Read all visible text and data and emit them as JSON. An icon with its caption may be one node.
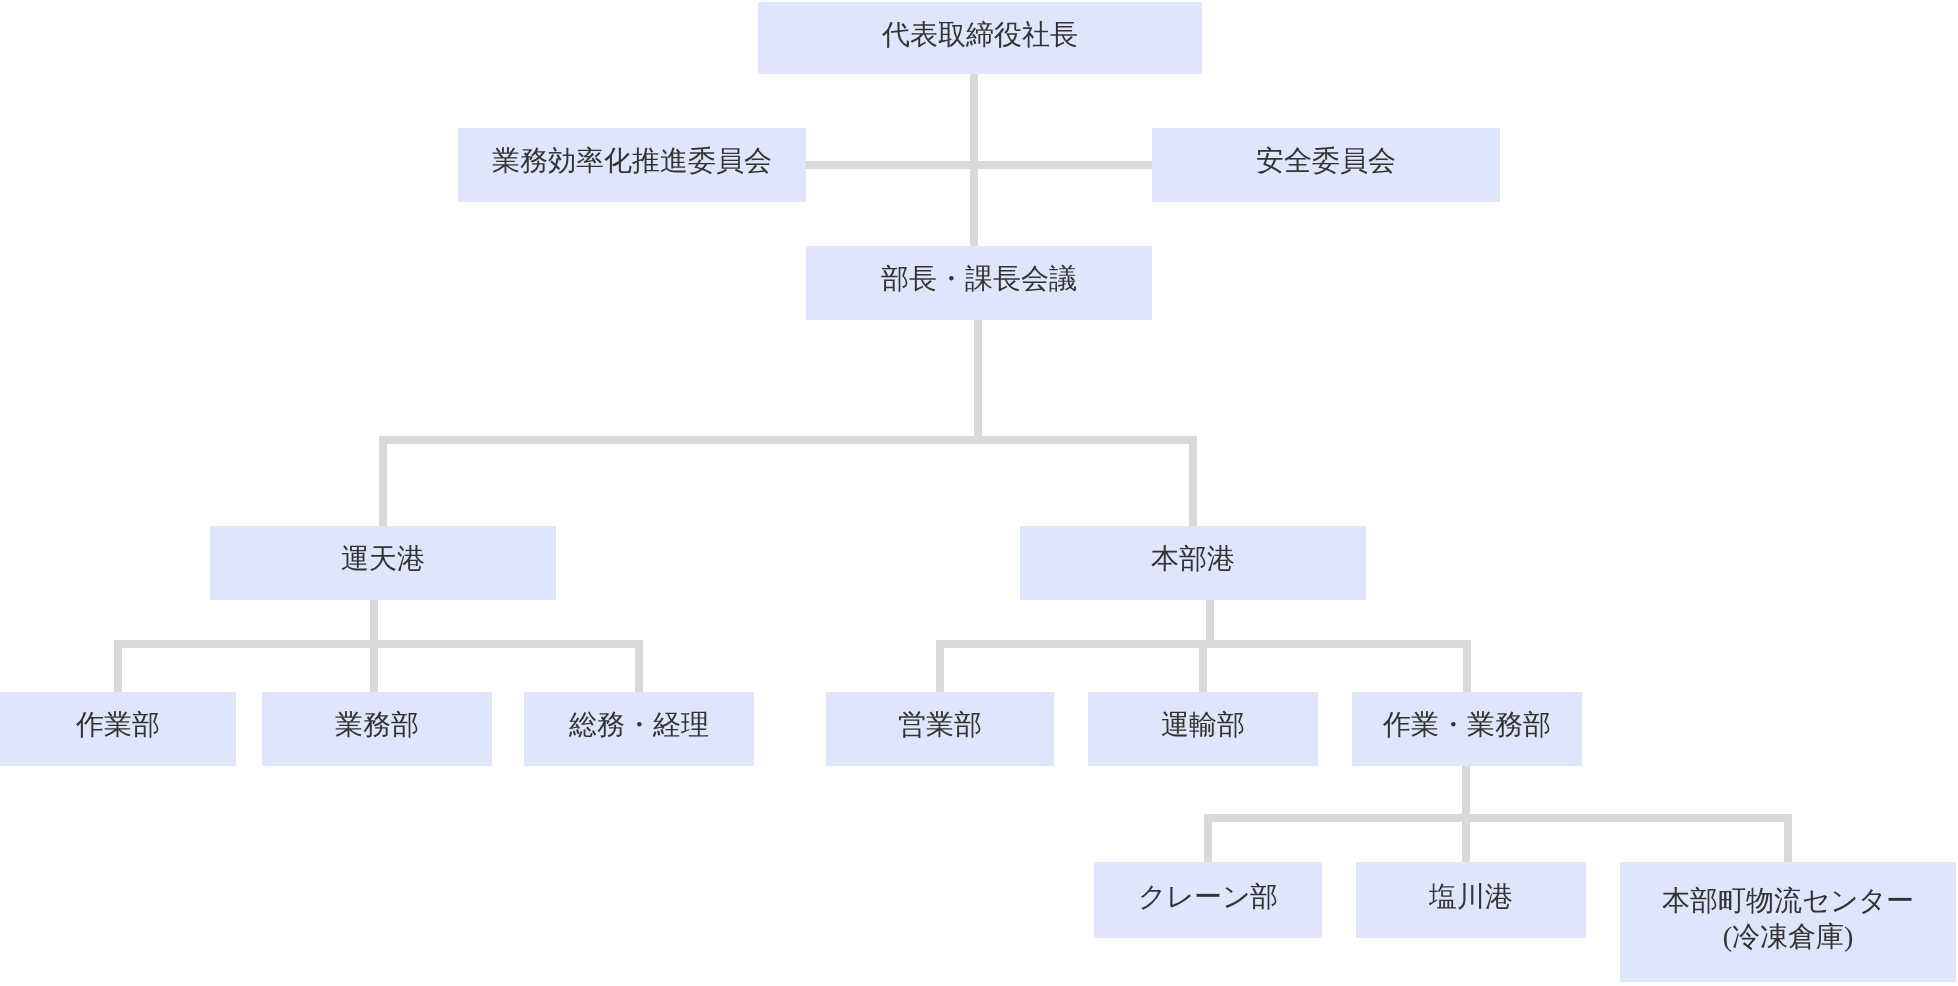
{
  "diagram": {
    "nodes": [
      {
        "text": [
          "代表取締役社長"
        ]
      },
      {
        "text": [
          "業務効率化推進委員会"
        ]
      },
      {
        "text": [
          "安全委員会"
        ]
      },
      {
        "text": [
          "部長・課長会議"
        ]
      },
      {
        "text": [
          "運天港"
        ]
      },
      {
        "text": [
          "本部港"
        ]
      },
      {
        "text": [
          "作業部"
        ]
      },
      {
        "text": [
          "業務部"
        ]
      },
      {
        "text": [
          "総務・経理"
        ]
      },
      {
        "text": [
          "営業部"
        ]
      },
      {
        "text": [
          "運輸部"
        ]
      },
      {
        "text": [
          "作業・業務部"
        ]
      },
      {
        "text": [
          "クレーン部"
        ]
      },
      {
        "text": [
          "塩川港"
        ]
      },
      {
        "text": [
          "本部町物流センター(冷凍倉庫)"
        ]
      }
    ],
    "edges": [
      {
        "from": 0,
        "to": 1,
        "arrow": "none"
      },
      {
        "from": 0,
        "to": 2,
        "arrow": "none"
      },
      {
        "from": 0,
        "to": 3,
        "arrow": "none"
      },
      {
        "from": 3,
        "to": 4,
        "arrow": "none"
      },
      {
        "from": 3,
        "to": 5,
        "arrow": "none"
      },
      {
        "from": 4,
        "to": 6,
        "arrow": "none"
      },
      {
        "from": 4,
        "to": 7,
        "arrow": "none"
      },
      {
        "from": 4,
        "to": 8,
        "arrow": "none"
      },
      {
        "from": 5,
        "to": 9,
        "arrow": "none"
      },
      {
        "from": 5,
        "to": 10,
        "arrow": "none"
      },
      {
        "from": 5,
        "to": 11,
        "arrow": "none"
      },
      {
        "from": 11,
        "to": 12,
        "arrow": "none"
      },
      {
        "from": 11,
        "to": 13,
        "arrow": "none"
      },
      {
        "from": 11,
        "to": 14,
        "arrow": "none"
      }
    ]
  }
}
